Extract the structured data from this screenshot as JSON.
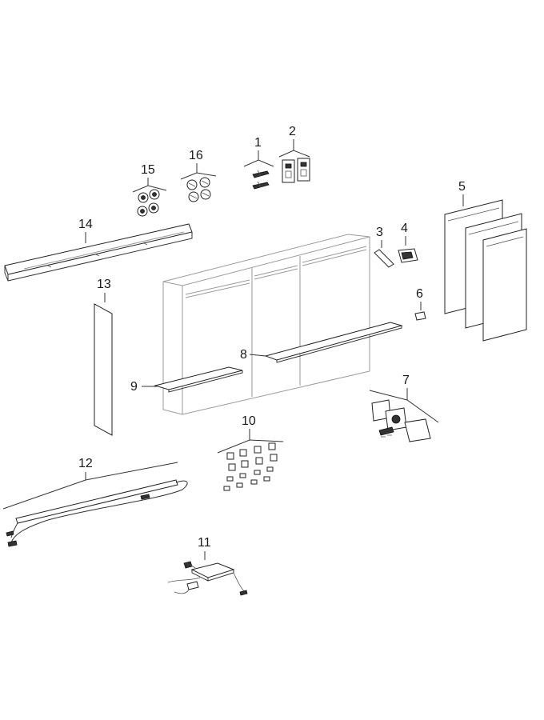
{
  "parts": [
    {
      "number": "1"
    },
    {
      "number": "2"
    },
    {
      "number": "3"
    },
    {
      "number": "4"
    },
    {
      "number": "5"
    },
    {
      "number": "6"
    },
    {
      "number": "7"
    },
    {
      "number": "8"
    },
    {
      "number": "9"
    },
    {
      "number": "10"
    },
    {
      "number": "11"
    },
    {
      "number": "12"
    },
    {
      "number": "13"
    },
    {
      "number": "14"
    },
    {
      "number": "15"
    },
    {
      "number": "16"
    }
  ]
}
